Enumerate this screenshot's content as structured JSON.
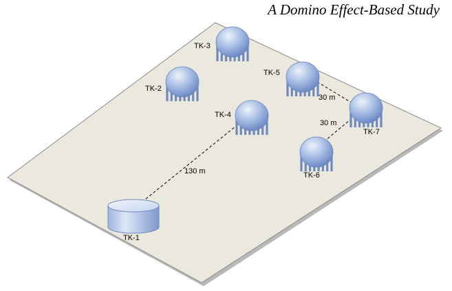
{
  "header": {
    "title": "A Domino Effect-Based Study"
  },
  "colors": {
    "plate_fill": "#ebe8dd",
    "plate_edge": "#8a8a8a",
    "tank_light": "#dbe6f7",
    "tank_mid": "#98b2df",
    "tank_dark": "#5f7fbd",
    "leg": "#6f88be"
  },
  "tanks": [
    {
      "id": "tk-1",
      "label": "TK-1",
      "kind": "cylinder"
    },
    {
      "id": "tk-2",
      "label": "TK-2",
      "kind": "sphere"
    },
    {
      "id": "tk-3",
      "label": "TK-3",
      "kind": "sphere"
    },
    {
      "id": "tk-4",
      "label": "TK-4",
      "kind": "sphere"
    },
    {
      "id": "tk-5",
      "label": "TK-5",
      "kind": "sphere"
    },
    {
      "id": "tk-6",
      "label": "TK-6",
      "kind": "sphere"
    },
    {
      "id": "tk-7",
      "label": "TK-7",
      "kind": "sphere"
    }
  ],
  "distances": [
    {
      "from": "TK-1",
      "to": "TK-4",
      "label": "130 m"
    },
    {
      "from": "TK-5",
      "to": "TK-7",
      "label": "30 m"
    },
    {
      "from": "TK-6",
      "to": "TK-7",
      "label": "30 m"
    }
  ]
}
